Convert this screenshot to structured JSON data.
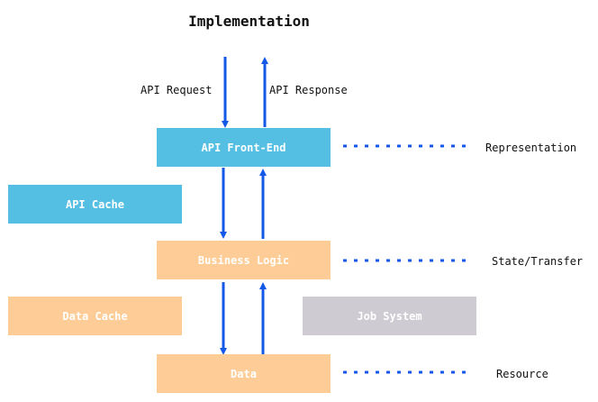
{
  "diagram": {
    "title": "Implementation",
    "flow_labels": {
      "request": "API Request",
      "response": "API Response"
    },
    "boxes": {
      "api_front_end": "API Front-End",
      "api_cache": "API Cache",
      "business_logic": "Business Logic",
      "data_cache": "Data Cache",
      "job_system": "Job System",
      "data": "Data"
    },
    "layer_labels": {
      "representation": "Representation",
      "state_transfer": "State/Transfer",
      "resource": "Resource"
    },
    "colors": {
      "blue_box": "#55bfe3",
      "orange_box": "#fecd97",
      "gray_box": "#cfcbd2",
      "arrow": "#1358e6",
      "dotted_line": "#1358e6"
    }
  }
}
